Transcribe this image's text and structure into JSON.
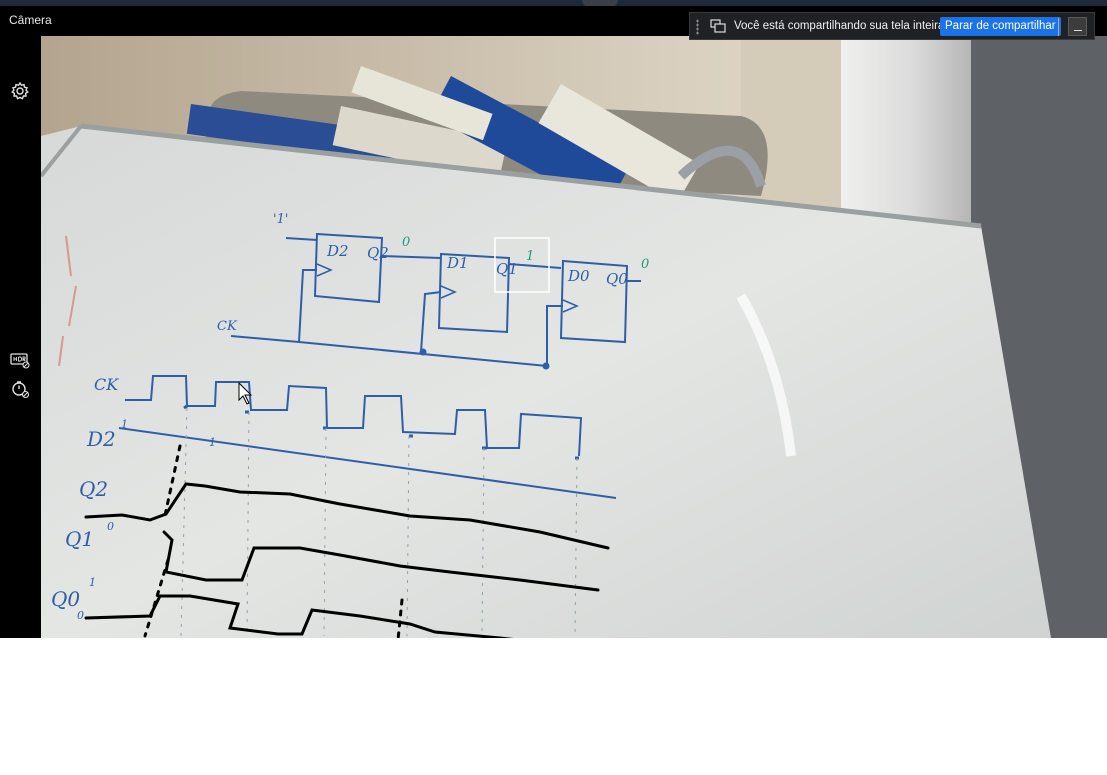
{
  "app": {
    "title": "Câmera"
  },
  "sidebar": {
    "icons": [
      {
        "name": "gear-icon"
      },
      {
        "name": "hdr-icon"
      },
      {
        "name": "timer-icon"
      }
    ]
  },
  "share_bar": {
    "message": "Você está compartilhando sua tela inteira.",
    "stop_label": "Parar de compartilhar",
    "accent": "#1a73e8"
  },
  "whiteboard": {
    "flipflops": [
      {
        "d": "D2",
        "q": "Q2"
      },
      {
        "d": "D1",
        "q": "Q1"
      },
      {
        "d": "D0",
        "q": "Q0"
      }
    ],
    "input_note": "'1'",
    "q2_value": "0",
    "q1_value": "1",
    "q0_value": "0",
    "clock_label": "CK",
    "waveform_labels": [
      "CK",
      "D2",
      "Q2",
      "Q1",
      "Q0"
    ],
    "level_marks": [
      "1",
      "0",
      "1",
      "0",
      "1"
    ]
  }
}
